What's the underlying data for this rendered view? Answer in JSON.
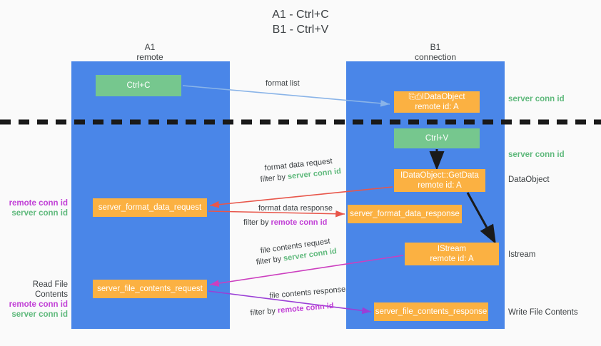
{
  "title": "A1 - Ctrl+C\nB1 - Ctrl+V",
  "columns": [
    {
      "name": "A1",
      "sub": "remote",
      "header": "A1\nremote"
    },
    {
      "name": "B1",
      "sub": "connection",
      "header": "B1\nconnection"
    }
  ],
  "colors": {
    "lane": "#4a86e8",
    "box_green": "#76c78e",
    "box_orange": "#fbb142",
    "server_conn_id": "#5fb97c",
    "remote_conn_id": "#c13fd6",
    "arrow_blue": "#8ab4e8",
    "arrow_red": "#e8564a",
    "arrow_magenta": "#cc3fbf",
    "arrow_purple": "#9a3fd6",
    "arrow_black": "#1a1a1a",
    "background": "#fafafa",
    "text": "#3c4043"
  },
  "boxes": {
    "ctrl_c": "Ctrl+C",
    "idataobject_top": "⎘⎙IDataObject\nremote id: A",
    "ctrl_v": "Ctrl+V",
    "getdata": "IDataObject::GetData\nremote id: A",
    "server_format_data_request": "server_format_data_request",
    "server_format_data_response": "server_format_data_response",
    "istream": "IStream\nremote id: A",
    "server_file_contents_request": "server_file_contents_request",
    "server_file_contents_response": "server_file_contents_response"
  },
  "side_labels": {
    "server_conn_id_top": "server conn id",
    "server_conn_id_mid": "server conn id",
    "dataobject": "DataObject",
    "istream": "Istream",
    "write_file_contents": "Write File Contents"
  },
  "left_labels": {
    "group1": {
      "remote": "remote conn id",
      "server": "server conn id"
    },
    "group2": {
      "title": "Read File Contents",
      "remote": "remote conn id",
      "server": "server conn id"
    }
  },
  "edge_labels": {
    "format_list": "format list",
    "format_data_request": "format data request",
    "format_data_request_filter_prefix": "filter by ",
    "format_data_request_filter_value": "server conn id",
    "format_data_response": "format data response",
    "format_data_response_filter_prefix": "filter by ",
    "format_data_response_filter_value": "remote conn id",
    "file_contents_request": "file contents request",
    "file_contents_request_filter_prefix": "filter by ",
    "file_contents_request_filter_value": "server conn id",
    "file_contents_response": "file contents response",
    "file_contents_response_filter_prefix": "filter by ",
    "file_contents_response_filter_value": "remote conn id"
  }
}
